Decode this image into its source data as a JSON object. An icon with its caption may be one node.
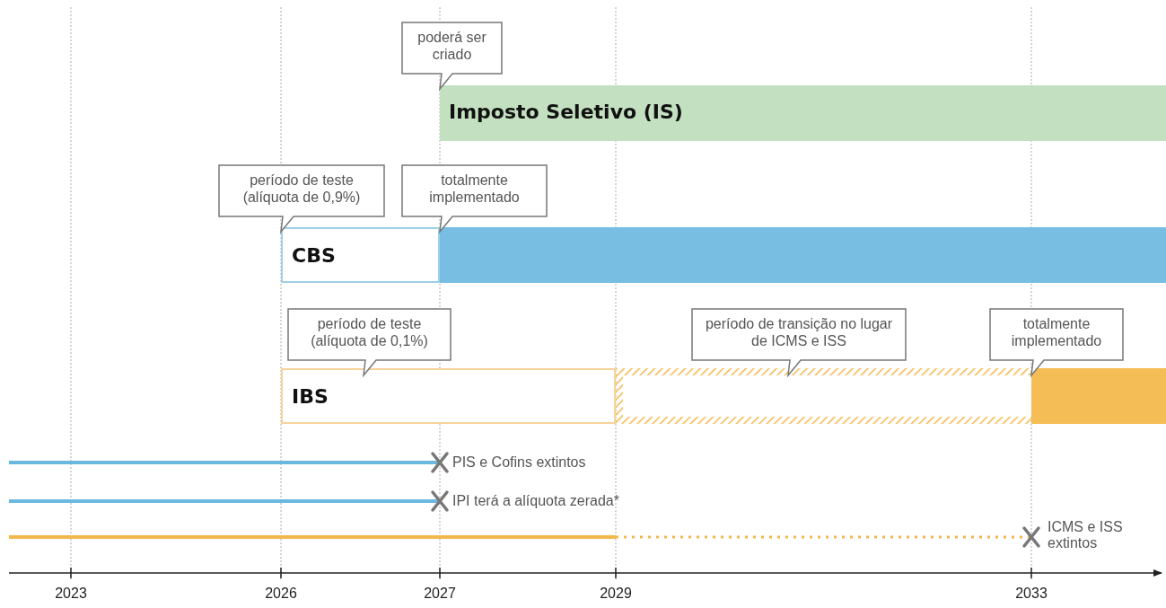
{
  "diagram": {
    "nodes": [
      {
        "text": [
          "poderá ser criado"
        ]
      },
      {
        "text": [
          "Imposto Seletivo (IS)"
        ]
      },
      {
        "text": [
          "período de teste (alíquota de 0,9%)"
        ]
      },
      {
        "text": [
          "totalmente implementado"
        ]
      },
      {
        "text": [
          "CBS"
        ]
      },
      {
        "text": [],
        "shape": "bar"
      },
      {
        "text": [
          "período de teste (alíquota de 0,1%)"
        ]
      },
      {
        "text": [
          "período de transição no lugar de ICMS e ISS"
        ]
      },
      {
        "text": [
          "totalmente implementado"
        ]
      },
      {
        "text": [
          "IBS"
        ]
      },
      {
        "text": [],
        "shape": "bar"
      },
      {
        "text": [],
        "shape": "bar"
      }
    ],
    "labels": [
      "PIS e Cofins extintos",
      "IPI terá a alíquota zerada*",
      "ICMS e ISS extintos",
      "2023",
      "2026",
      "2027",
      "2029",
      "2033"
    ]
  }
}
